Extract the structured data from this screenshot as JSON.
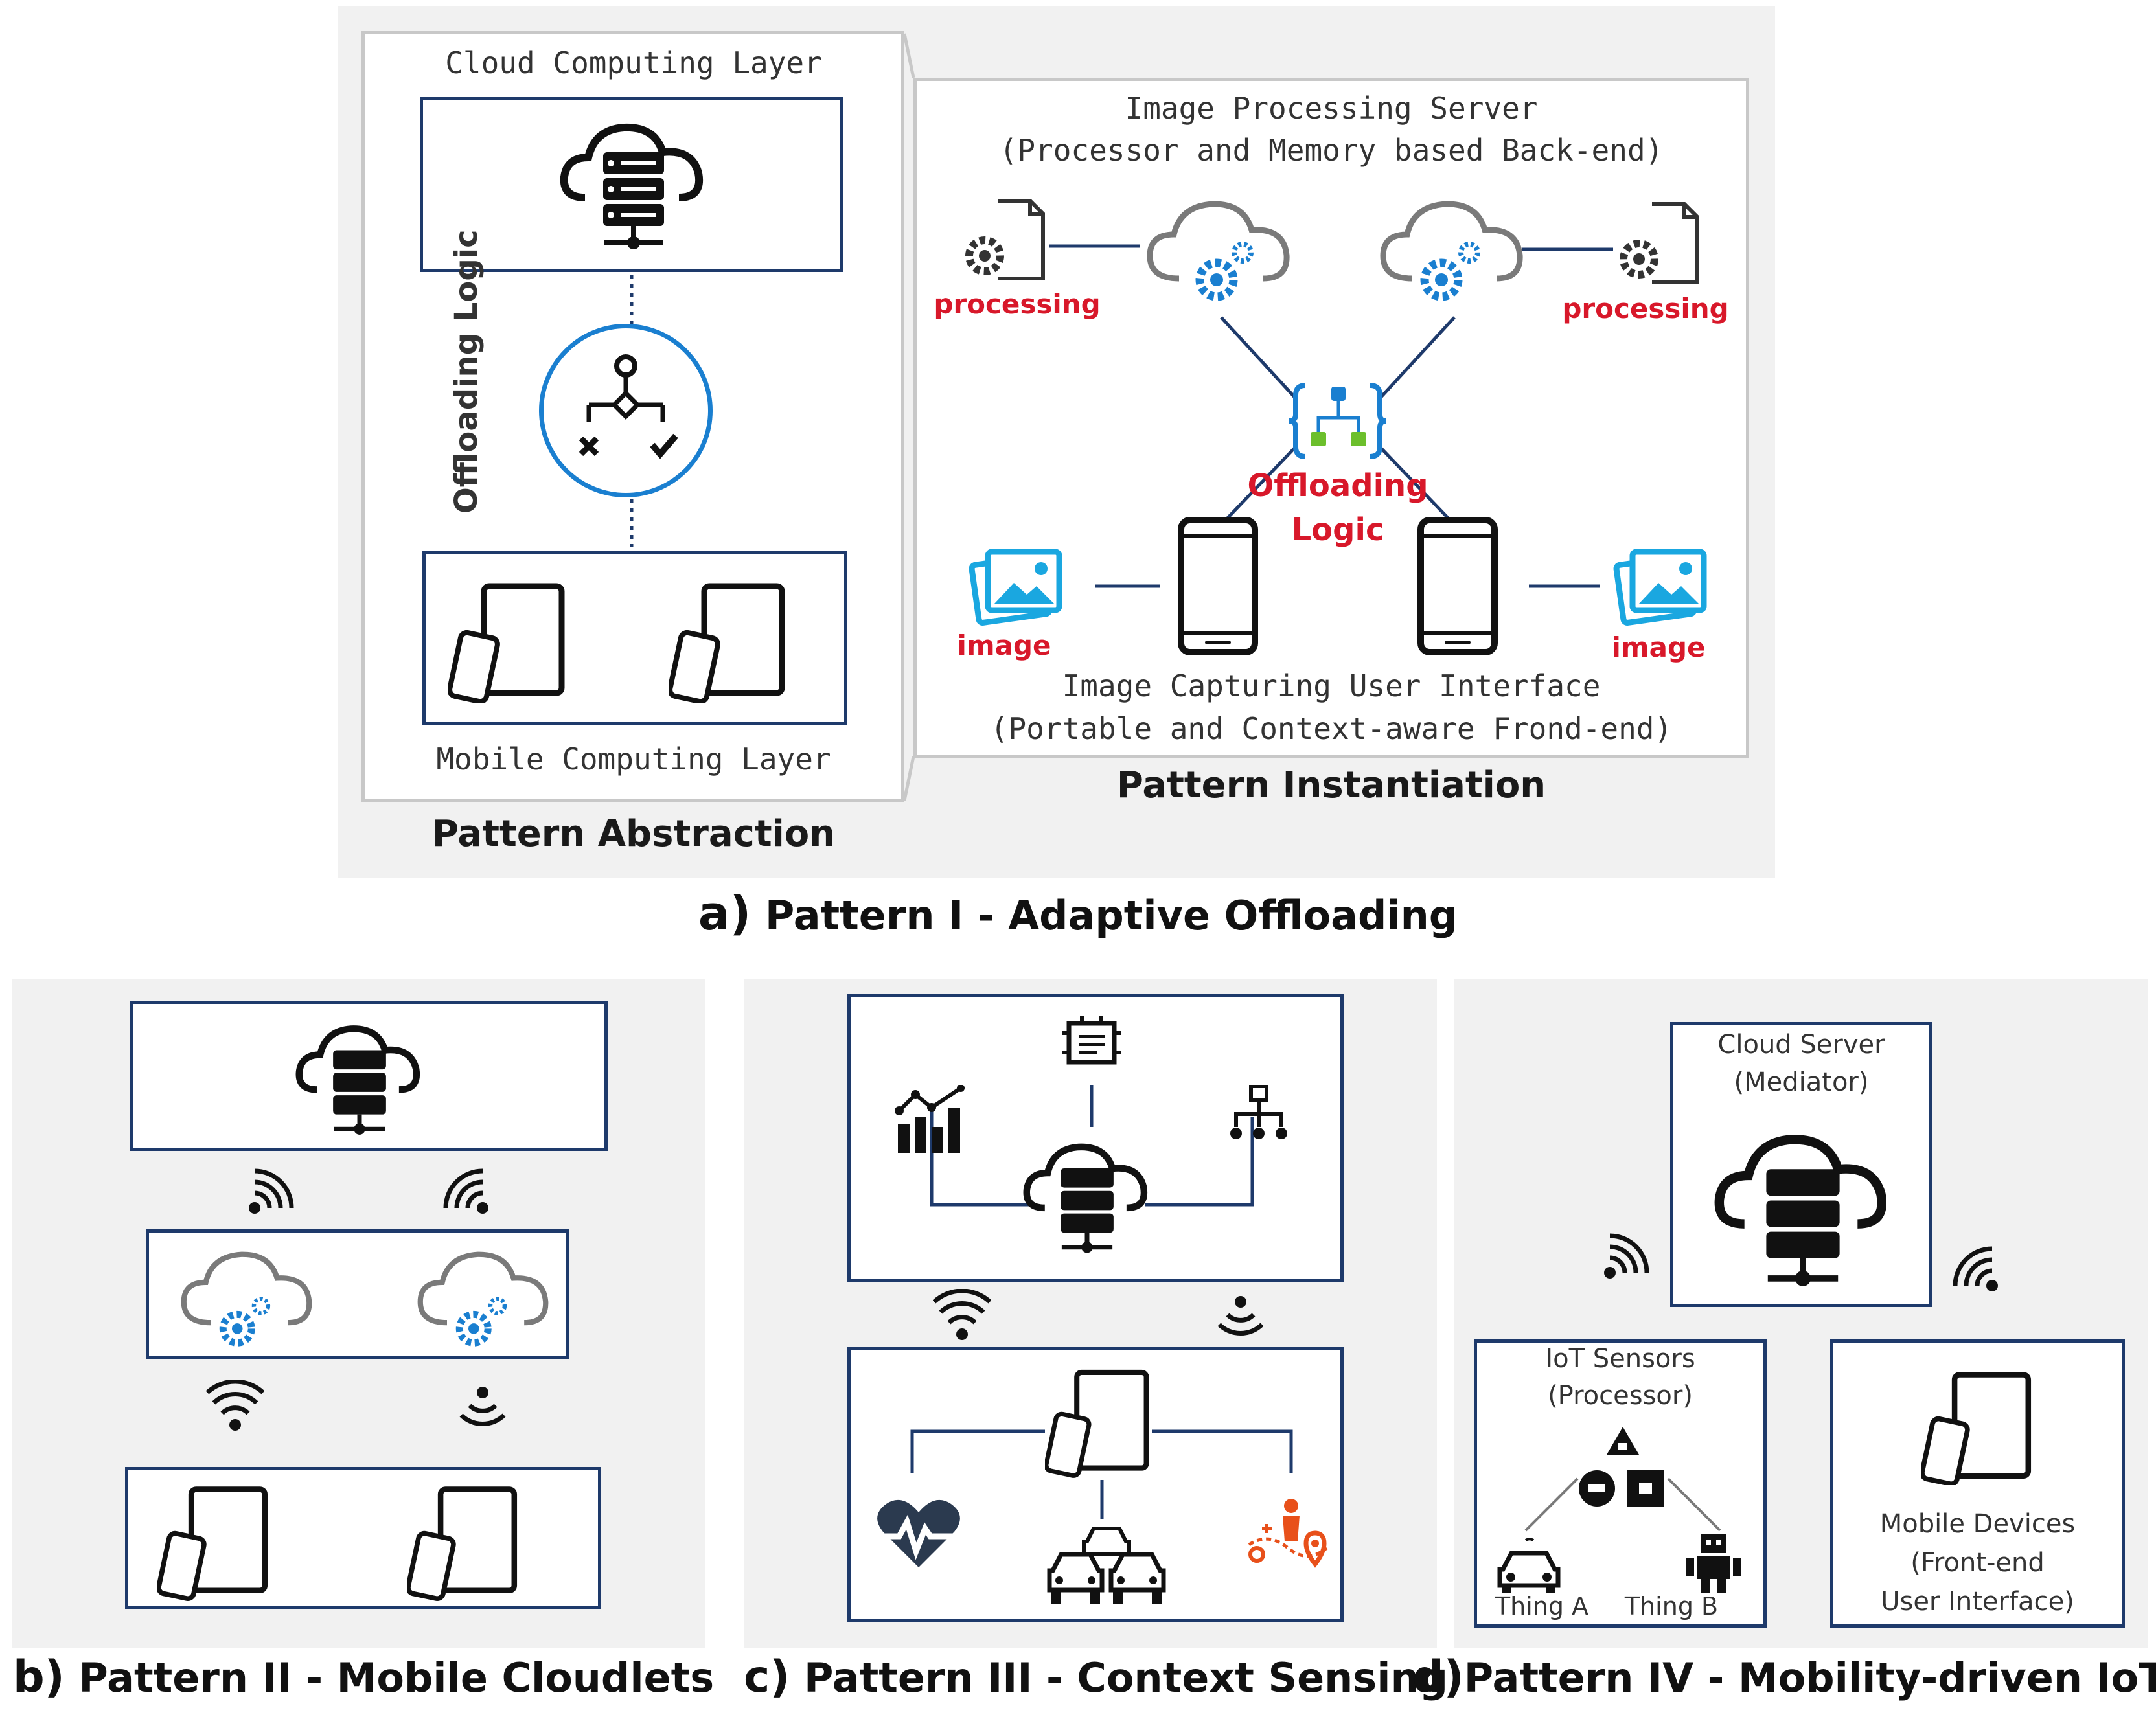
{
  "panel_a": {
    "cloud_layer_label": "Cloud Computing Layer",
    "offloading_logic_vertical": "Offloading Logic",
    "mobile_layer_label": "Mobile Computing Layer",
    "abstraction_label": "Pattern Abstraction",
    "server_title": "Image Processing Server",
    "server_subtitle": "(Processor and Memory based Back-end)",
    "processing_left": "processing",
    "processing_right": "processing",
    "offloading_logic_line1": "Offloading",
    "offloading_logic_line2": "Logic",
    "image_left": "image",
    "image_right": "image",
    "ui_title": "Image Capturing User Interface",
    "ui_subtitle": "(Portable and Context-aware Frond-end)",
    "instantiation_label": "Pattern Instantiation",
    "caption_letter": "a)",
    "caption_text": "Pattern I - Adaptive Offloading"
  },
  "panel_b": {
    "caption_letter": "b)",
    "caption_text": "Pattern II - Mobile Cloudlets"
  },
  "panel_c": {
    "caption_letter": "c)",
    "caption_text": "Pattern III - Context Sensing"
  },
  "panel_d": {
    "cloud_server_line1": "Cloud Server",
    "cloud_server_line2": "(Mediator)",
    "iot_line1": "IoT Sensors",
    "iot_line2": "(Processor)",
    "thing_a": "Thing A",
    "thing_b": "Thing B",
    "mobile_line1": "Mobile Devices",
    "mobile_line2": "(Front-end",
    "mobile_line3": "User Interface)",
    "caption_letter": "d)",
    "caption_text": "Pattern IV - Mobility-driven IoTs"
  },
  "colors": {
    "navy": "#1e3a6b",
    "blue": "#1a7fd0",
    "red": "#d8182a",
    "gray": "#7a7a7a",
    "green": "#6cbf2c"
  }
}
